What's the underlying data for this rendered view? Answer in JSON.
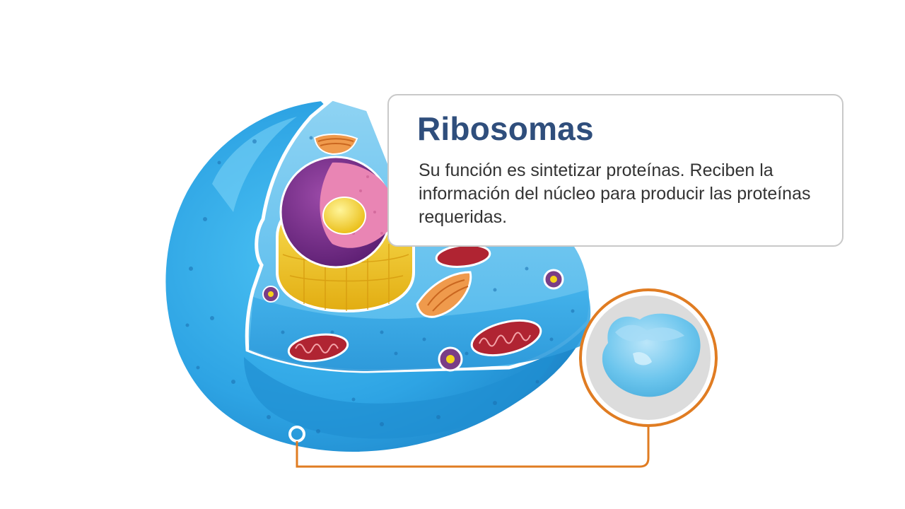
{
  "info": {
    "title": "Ribosomas",
    "description": "Su función es sintetizar proteínas. Reciben la información del núcleo para producir las proteínas requeridas."
  },
  "colors": {
    "cell_blue": "#2fa7e6",
    "highlight_orange": "#e07c22",
    "title_blue": "#2f4e7c",
    "nucleus_purple": "#7a2f8c",
    "nucleolus_yellow": "#f5d21a",
    "mitochondria_red": "#b02432",
    "golgi_orange": "#ef9a4c"
  },
  "icons": [
    "animal-cell-illustration",
    "ribosome-zoom-icon",
    "ribosome-marker-ring"
  ]
}
